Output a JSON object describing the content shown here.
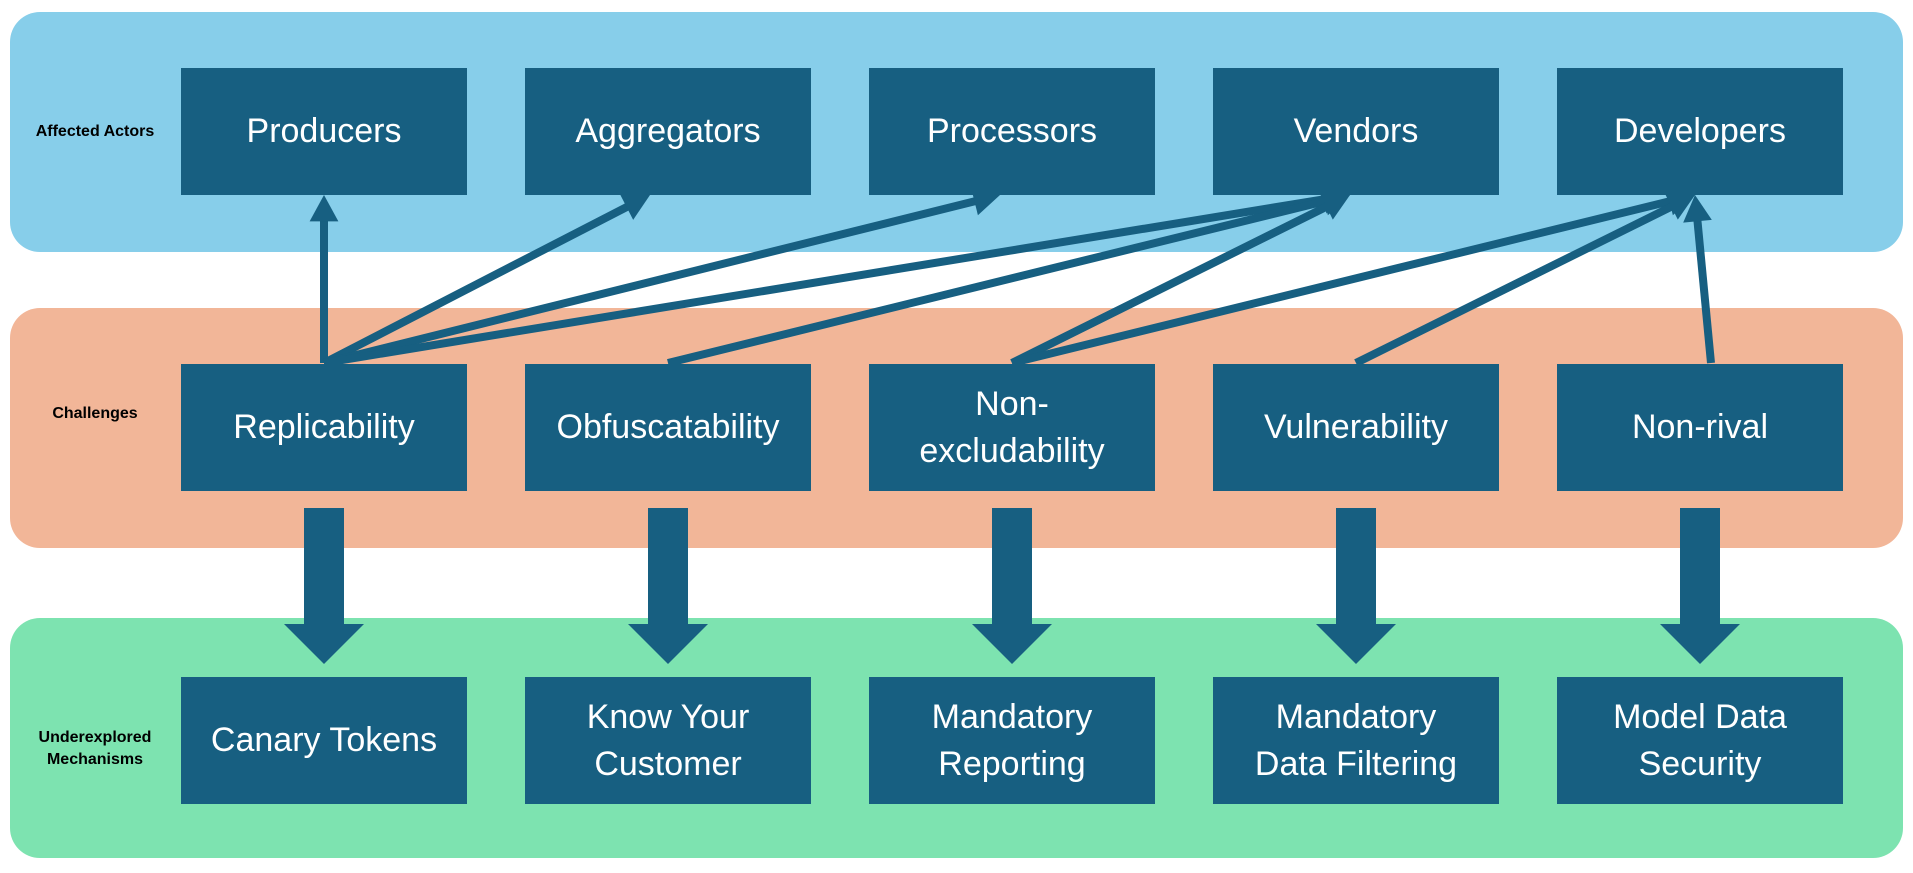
{
  "layers": {
    "actors": {
      "label": "Affected Actors",
      "items": [
        "Producers",
        "Aggregators",
        "Processors",
        "Vendors",
        "Developers"
      ]
    },
    "challenges": {
      "label": "Challenges",
      "items": [
        "Replicability",
        "Obfuscatability",
        "Non-\nexcludability",
        "Vulnerability",
        "Non-rival"
      ]
    },
    "mechanisms": {
      "label": "Underexplored\nMechanisms",
      "items": [
        "Canary Tokens",
        "Know Your\nCustomer",
        "Mandatory\nReporting",
        "Mandatory\nData Filtering",
        "Model Data\nSecurity"
      ]
    }
  },
  "links": {
    "challenge_to_actor": [
      [
        "Replicability",
        "Producers"
      ],
      [
        "Replicability",
        "Aggregators"
      ],
      [
        "Replicability",
        "Processors"
      ],
      [
        "Replicability",
        "Vendors"
      ],
      [
        "Obfuscatability",
        "Vendors"
      ],
      [
        "Non-excludability",
        "Vendors"
      ],
      [
        "Non-excludability",
        "Developers"
      ],
      [
        "Vulnerability",
        "Developers"
      ],
      [
        "Non-rival",
        "Developers"
      ]
    ],
    "challenge_to_mechanism": [
      [
        "Replicability",
        "Canary Tokens"
      ],
      [
        "Obfuscatability",
        "Know Your Customer"
      ],
      [
        "Non-excludability",
        "Mandatory Reporting"
      ],
      [
        "Vulnerability",
        "Mandatory Data Filtering"
      ],
      [
        "Non-rival",
        "Model Data Security"
      ]
    ]
  },
  "colors": {
    "box_fill": "#175f81",
    "arrow": "#175f81",
    "actors_band": "#87ceea",
    "challenges_band": "#f2b698",
    "mechanisms_band": "#7de3b0"
  }
}
